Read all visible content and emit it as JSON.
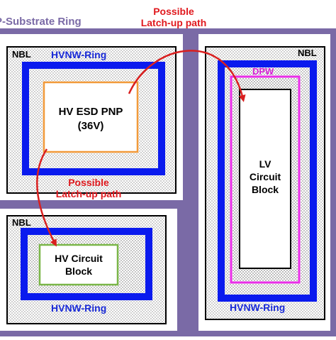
{
  "substrate_label": "P-Substrate Ring",
  "latchup_top": {
    "line1": "Possible",
    "line2": "Latch-up path"
  },
  "latchup_mid": {
    "line1": "Possible",
    "line2": "Latch-up path"
  },
  "esd_region": {
    "nbl_label": "NBL",
    "ring_label": "HVNW-Ring",
    "device_line1": "HV ESD PNP",
    "device_line2": "(36V)"
  },
  "hv_region": {
    "nbl_label": "NBL",
    "ring_label": "HVNW-Ring",
    "device_line1": "HV Circuit",
    "device_line2": "Block"
  },
  "lv_region": {
    "nbl_label": "NBL",
    "dpw_label": "DPW",
    "ring_label": "HVNW-Ring",
    "device_line1": "LV",
    "device_line2": "Circuit",
    "device_line3": "Block"
  },
  "colors": {
    "substrate": "#7a6aa6",
    "ring": "#0a1aee",
    "dpw": "#ea2ee8",
    "esd_box": "#f29a3a",
    "hv_box": "#7ab648",
    "arrow": "#d91f1f",
    "label_blue": "#1a2bd8",
    "label_magenta": "#d81fd8",
    "label_red": "#e0191e",
    "dots": "#8c8c8c"
  }
}
